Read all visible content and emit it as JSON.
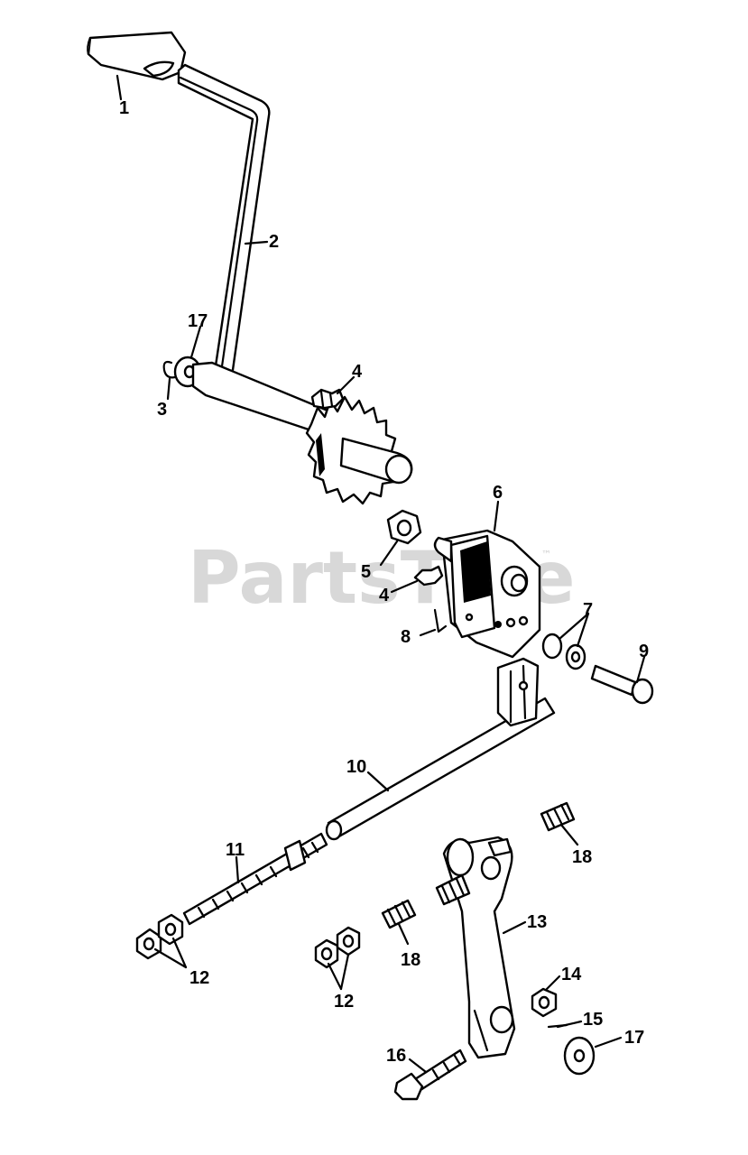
{
  "watermark": {
    "text": "PartsTree",
    "trademark": "™"
  },
  "callouts": {
    "c1": "1",
    "c2": "2",
    "c3": "3",
    "c4a": "4",
    "c4b": "4",
    "c5": "5",
    "c6": "6",
    "c7": "7",
    "c8": "8",
    "c9": "9",
    "c10": "10",
    "c11": "11",
    "c12a": "12",
    "c12b": "12",
    "c13": "13",
    "c14": "14",
    "c15": "15",
    "c16": "16",
    "c17a": "17",
    "c17b": "17",
    "c18a": "18",
    "c18b": "18"
  }
}
